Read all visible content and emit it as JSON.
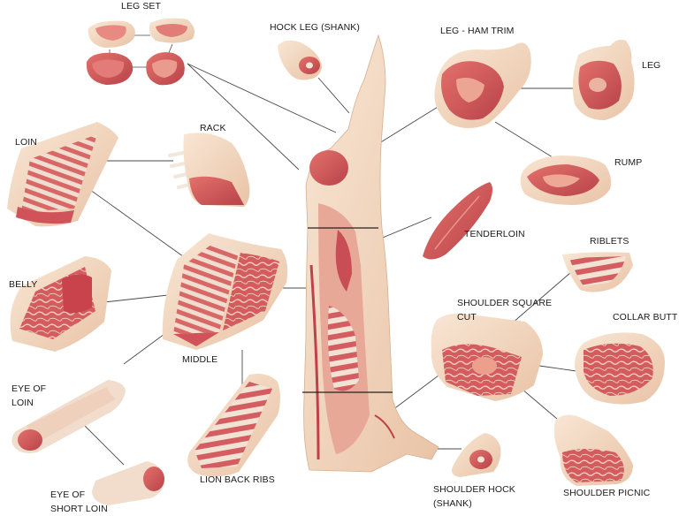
{
  "colors": {
    "fat": "#f1d6bf",
    "fat_light": "#f8e9db",
    "meat": "#d9595a",
    "meat_dark": "#b9383f",
    "bone": "#f4efe6",
    "rib_stripe": "#efe3d6",
    "line": "#4a4a4a"
  },
  "labels": {
    "leg_set": "LEG SET",
    "hock_leg": "HOCK LEG (SHANK)",
    "leg_ham_trim": "LEG - HAM TRIM",
    "leg": "LEG",
    "loin": "LOIN",
    "rack": "RACK",
    "rump": "RUMP",
    "tenderloin": "TENDERLOIN",
    "belly": "BELLY",
    "riblets": "RIBLETS",
    "shoulder_square_cut_1": "SHOULDER SQUARE",
    "shoulder_square_cut_2": "CUT",
    "collar_butt": "COLLAR BUTT",
    "middle": "MIDDLE",
    "eye_of_loin_1": "EYE OF",
    "eye_of_loin_2": "LOIN",
    "lion_back_ribs": "LION BACK RIBS",
    "shoulder_hock_1": "SHOULDER HOCK",
    "shoulder_hock_2": "(SHANK)",
    "shoulder_picnic": "SHOULDER PICNIC",
    "eye_of_short_loin_1": "EYE OF",
    "eye_of_short_loin_2": "SHORT LOIN"
  }
}
